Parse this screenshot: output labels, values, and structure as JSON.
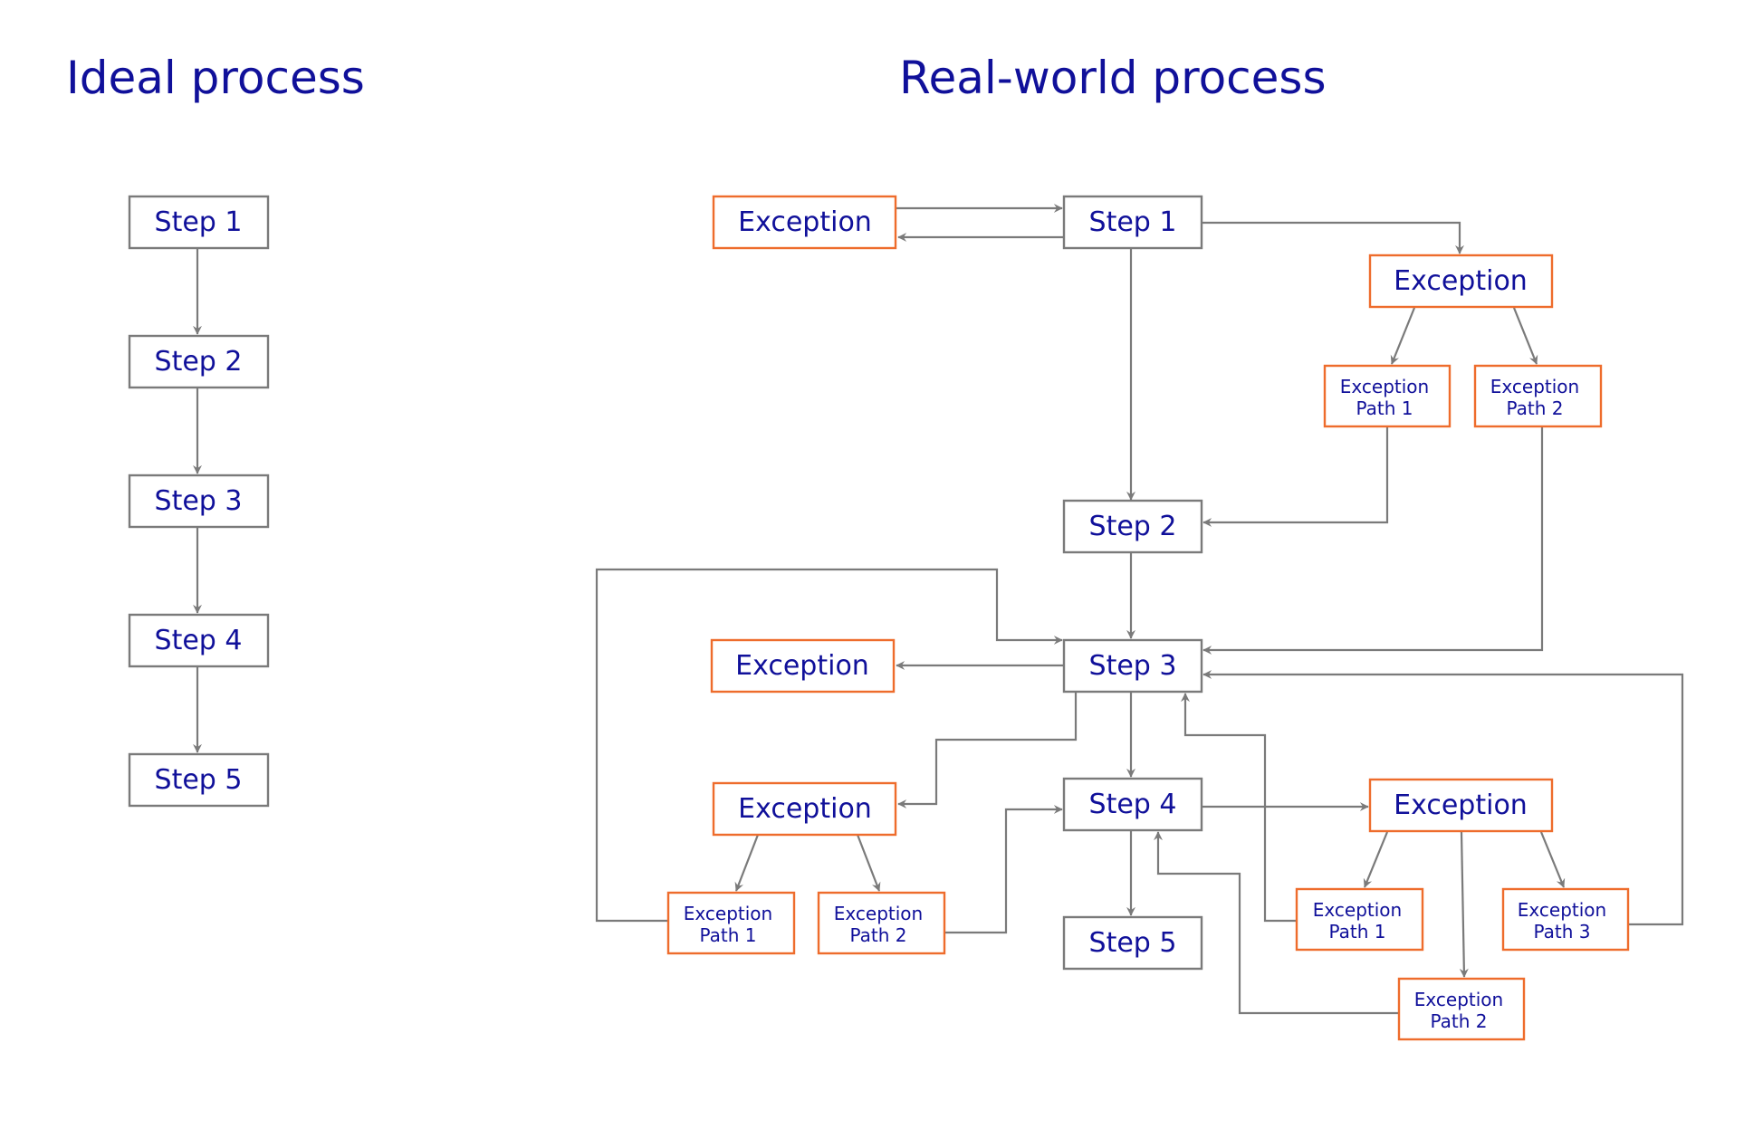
{
  "titles": {
    "ideal": "Ideal process",
    "real": "Real-world process"
  },
  "labels": {
    "step1": "Step 1",
    "step2": "Step 2",
    "step3": "Step 3",
    "step4": "Step 4",
    "step5": "Step 5",
    "exception": "Exception",
    "exception_path_line1": "Exception",
    "path1": "Path 1",
    "path2": "Path 2",
    "path3": "Path 3"
  },
  "colors": {
    "title_text": "#10109a",
    "node_text": "#10109a",
    "step_border": "#7a7a7a",
    "exception_border": "#ee6c2c",
    "arrow": "#7a7a7a",
    "background": "#ffffff"
  }
}
